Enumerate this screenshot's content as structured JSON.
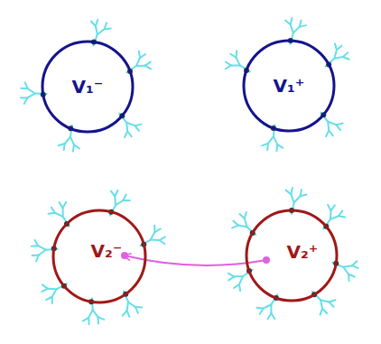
{
  "diagram": {
    "nodes": [
      {
        "text": [
          "V₁⁻"
        ]
      },
      {
        "text": [
          "V₁⁺"
        ]
      },
      {
        "text": [
          "V₂⁻"
        ]
      },
      {
        "text": [
          "V₂⁺"
        ]
      }
    ],
    "edges": [
      {
        "from": 3,
        "to": 2,
        "arrow": "to"
      }
    ]
  }
}
